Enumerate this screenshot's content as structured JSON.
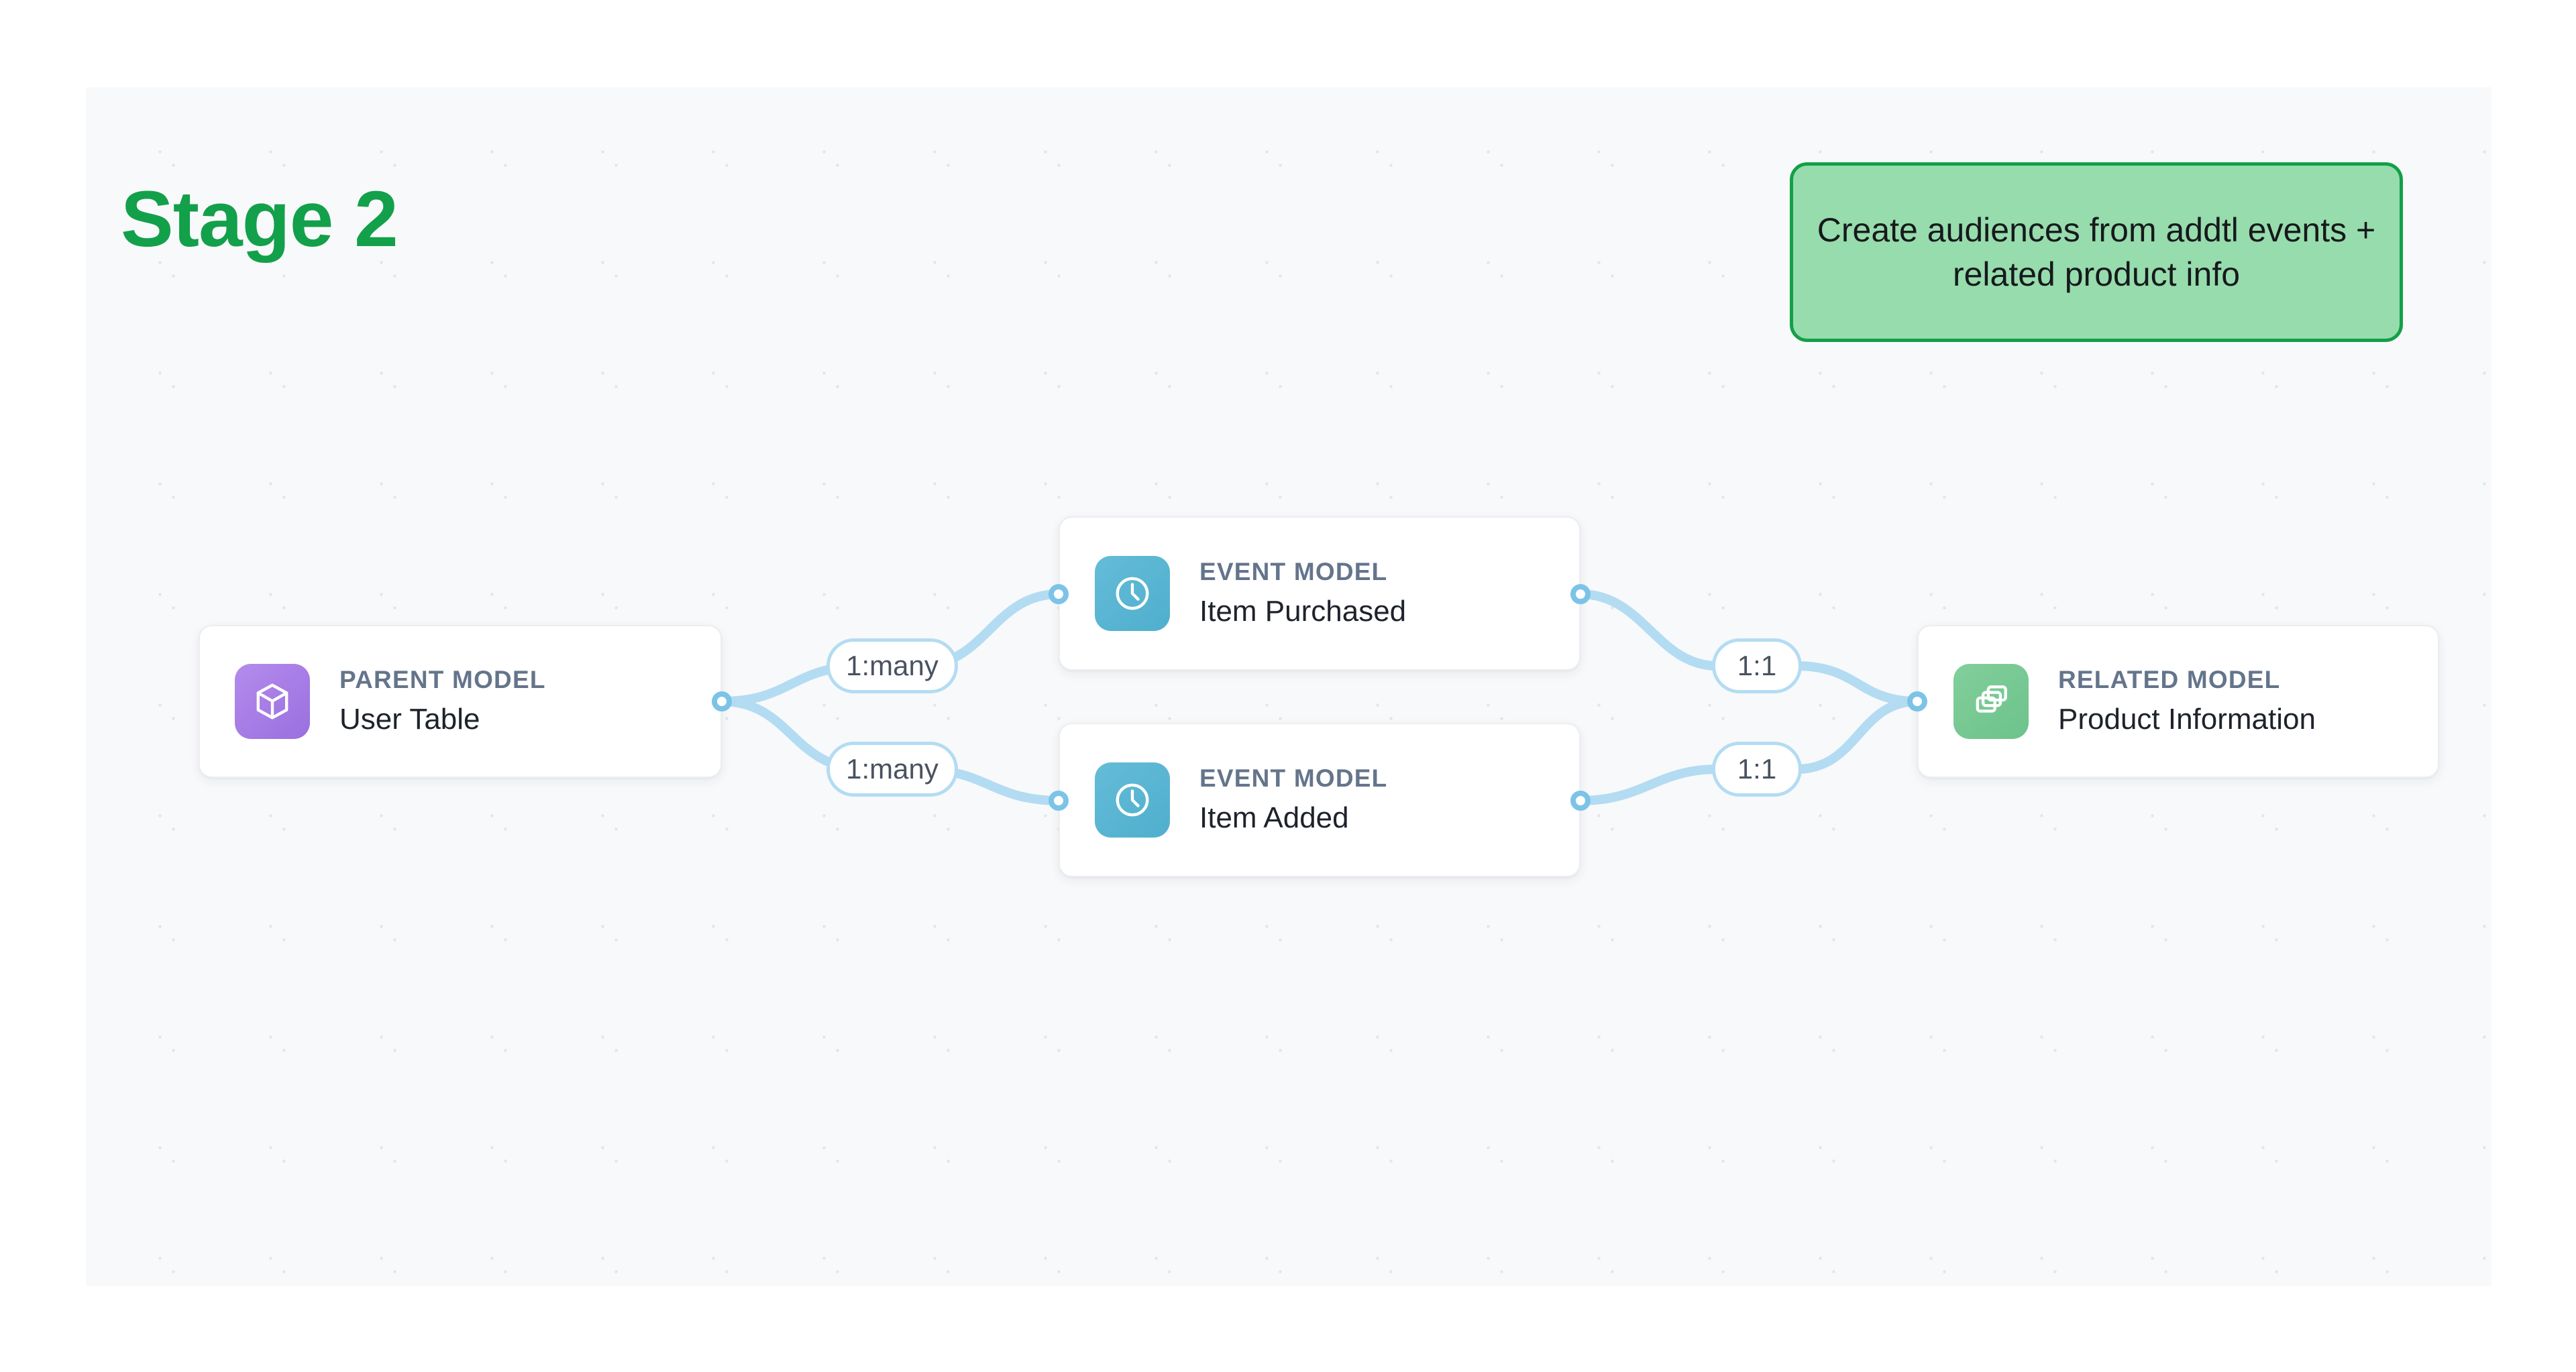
{
  "stage": {
    "title": "Stage 2"
  },
  "callout": {
    "text": "Create audiences from addtl events + related product info",
    "fill_color": "#97dcac",
    "border_color": "#12a048"
  },
  "colors": {
    "canvas_background": "#f8f9fb",
    "title_green": "#13a04a",
    "edge_blue": "#b3dcf2",
    "port_blue": "#7cc3e8",
    "eyebrow_gray": "#64748b",
    "node_name": "#1e222b"
  },
  "nodes": [
    {
      "id": "parent",
      "eyebrow": "PARENT MODEL",
      "name": "User Table",
      "icon": "cube-icon",
      "icon_color": "#9a6fe0"
    },
    {
      "id": "event-1",
      "eyebrow": "EVENT MODEL",
      "name": "Item Purchased",
      "icon": "clock-icon",
      "icon_color": "#4fafcd"
    },
    {
      "id": "event-2",
      "eyebrow": "EVENT MODEL",
      "name": "Item Added",
      "icon": "clock-icon",
      "icon_color": "#4fafcd"
    },
    {
      "id": "related",
      "eyebrow": "RELATED MODEL",
      "name": "Product Information",
      "icon": "stacked-cards-icon",
      "icon_color": "#6dc28b"
    }
  ],
  "edges": [
    {
      "id": "edge-1",
      "from": "parent",
      "to": "event-1",
      "label": "1:many"
    },
    {
      "id": "edge-2",
      "from": "parent",
      "to": "event-2",
      "label": "1:many"
    },
    {
      "id": "edge-3",
      "from": "event-1",
      "to": "related",
      "label": "1:1"
    },
    {
      "id": "edge-4",
      "from": "event-2",
      "to": "related",
      "label": "1:1"
    }
  ]
}
